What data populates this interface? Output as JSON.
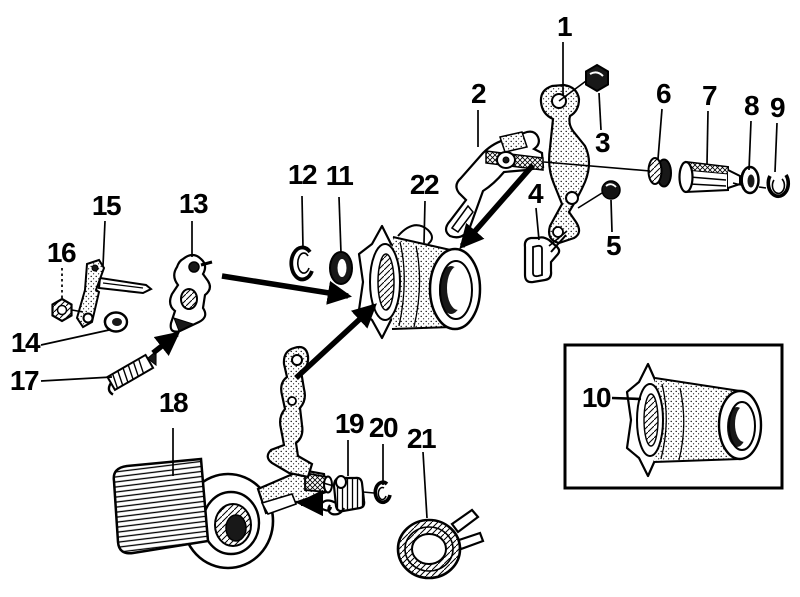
{
  "figure": {
    "background_color": "#ffffff",
    "ink_color": "#000000",
    "part_labels": [
      "1",
      "2",
      "3",
      "4",
      "5",
      "6",
      "7",
      "8",
      "9",
      "10",
      "11",
      "12",
      "13",
      "14",
      "15",
      "16",
      "17",
      "18",
      "19",
      "20",
      "21",
      "22"
    ]
  }
}
